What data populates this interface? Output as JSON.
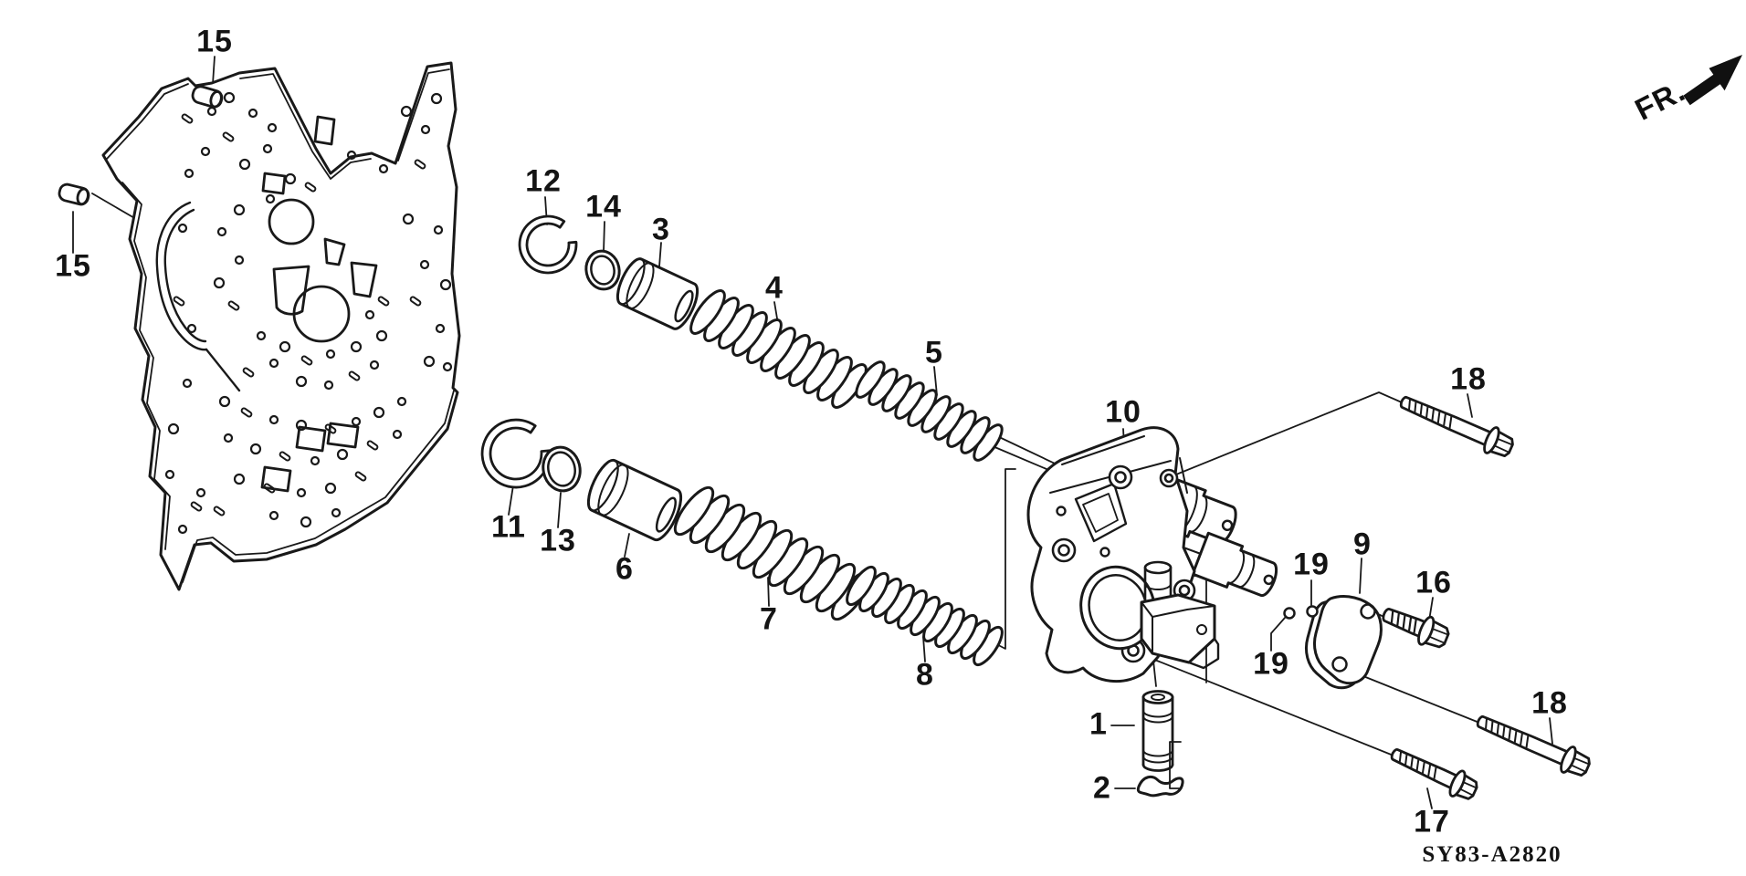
{
  "diagram": {
    "drawing_code": "SY83-A2820",
    "front_marker": "FR.",
    "callouts": [
      "15",
      "15",
      "12",
      "14",
      "3",
      "4",
      "5",
      "10",
      "18",
      "9",
      "19",
      "16",
      "19",
      "11",
      "13",
      "6",
      "7",
      "8",
      "1",
      "2",
      "17",
      "18"
    ]
  }
}
